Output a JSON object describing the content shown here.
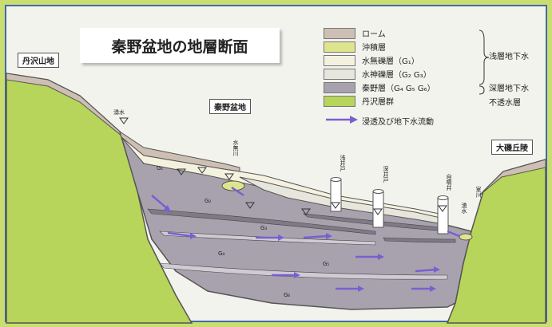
{
  "title": "秦野盆地の地層断面",
  "places": {
    "tanzawa": "丹沢山地",
    "hadano": "秦野盆地",
    "oiso": "大磯丘陵"
  },
  "legend": [
    {
      "label": "ローム",
      "color": "#cdbfb3"
    },
    {
      "label": "沖積層",
      "color": "#dfe58f"
    },
    {
      "label": "水無礫層（G₁）",
      "color": "#f4f1df"
    },
    {
      "label": "水神礫層（G₂ G₃）",
      "color": "#e6e6dc"
    },
    {
      "label": "秦野層（G₄ G₅ G₆）",
      "color": "#a8a2ae"
    },
    {
      "label": "丹沢層群",
      "color": "#b7d55a"
    }
  ],
  "groups": {
    "shallow": "浅層地下水",
    "deep": "深層地下水",
    "impermeable": "不透水層"
  },
  "arrow_legend": "浸透及び地下水流動",
  "small_labels": {
    "spring_left": "湧水",
    "mizunashi_river": "水無川",
    "shallow_well": "浅井戸",
    "deep_well": "深井戸",
    "self_spring_well": "自噴井",
    "spring_right": "湧水",
    "muro_river": "室川"
  },
  "g_labels": [
    "G₁",
    "G₂",
    "G₃",
    "G₄",
    "G₅",
    "G₆"
  ],
  "colors": {
    "rock": "#b7d55a",
    "hadano_layer": "#a8a2ae",
    "arrow": "#7a5fd1",
    "loam": "#cdbfb3",
    "alluvium": "#dfe58f"
  }
}
